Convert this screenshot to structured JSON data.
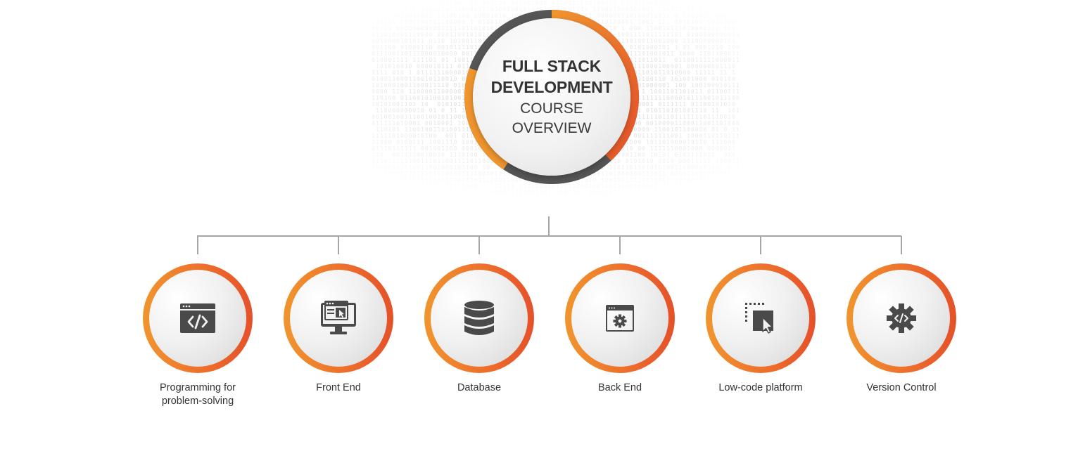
{
  "hub": {
    "title_line1": "FULL STACK",
    "title_line2": "DEVELOPMENT",
    "subtitle_line1": "COURSE",
    "subtitle_line2": "OVERVIEW"
  },
  "colors": {
    "orange_light": "#f0952e",
    "orange_dark": "#e4512a",
    "ring_gray": "#555555",
    "icon_gray": "#4a4a4a",
    "connector_gray": "#a6a6a6",
    "text_dark": "#333333"
  },
  "topics": [
    {
      "label": "Programming for\nproblem-solving",
      "icon": "code-window-icon"
    },
    {
      "label": "Front End",
      "icon": "monitor-cursor-icon"
    },
    {
      "label": "Database",
      "icon": "database-icon"
    },
    {
      "label": "Back End",
      "icon": "browser-gear-icon"
    },
    {
      "label": "Low-code platform",
      "icon": "drag-drop-icon"
    },
    {
      "label": "Version Control",
      "icon": "gear-code-icon"
    }
  ]
}
